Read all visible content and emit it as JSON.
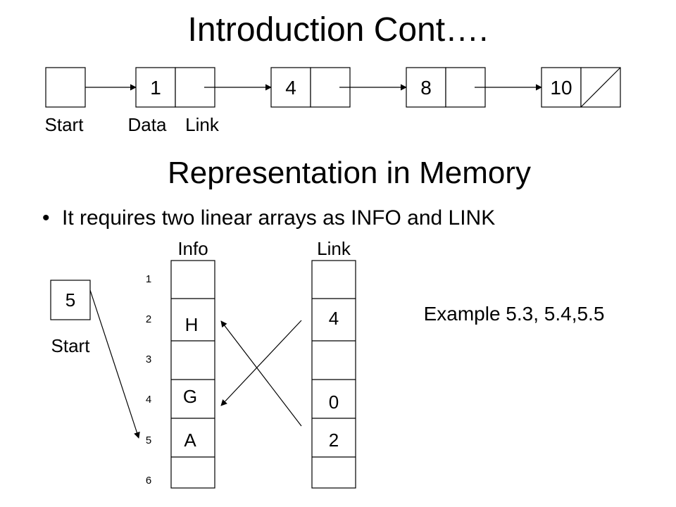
{
  "slide": {
    "title": "Introduction Cont….",
    "heading": "Representation in Memory",
    "bullet": "It requires two linear arrays as INFO and LINK",
    "example": "Example 5.3, 5.4,5.5"
  },
  "linked_list": {
    "start_label": "Start",
    "data_label": "Data",
    "link_label": "Link",
    "nodes": [
      {
        "data": "1"
      },
      {
        "data": "4"
      },
      {
        "data": "8"
      },
      {
        "data": "10",
        "null_link": true
      }
    ]
  },
  "memory": {
    "start_value": "5",
    "start_label": "Start",
    "info_header": "Info",
    "link_header": "Link",
    "indices": [
      "1",
      "2",
      "3",
      "4",
      "5",
      "6"
    ],
    "info": [
      "",
      "H",
      "",
      "G",
      "A",
      ""
    ],
    "link": [
      "",
      "4",
      "",
      "0",
      "2",
      ""
    ]
  }
}
